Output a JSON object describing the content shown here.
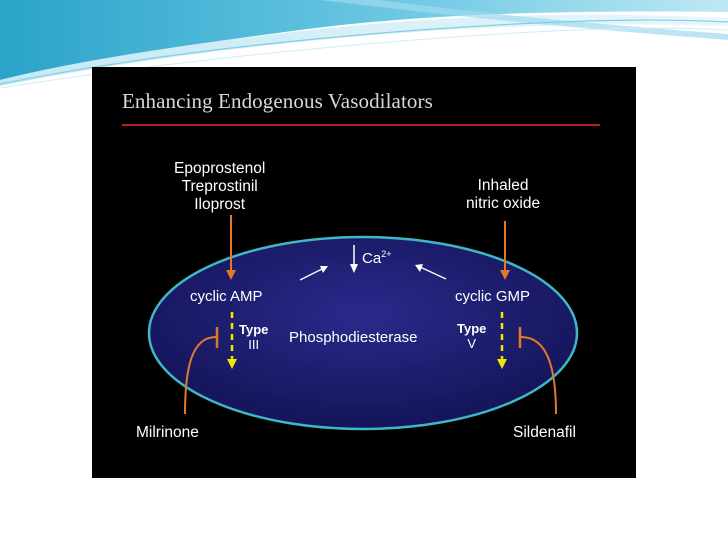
{
  "slide": {
    "title": "Enhancing Endogenous Vasodilators",
    "prostacyclins": [
      "Epoprostenol",
      "Treprostinil",
      "Iloprost"
    ],
    "no_donor": [
      "Inhaled",
      "nitric oxide"
    ],
    "calcium": {
      "base": "Ca",
      "charge": "2+"
    },
    "camp": "cyclic AMP",
    "cgmp": "cyclic GMP",
    "pde": "Phosphodiesterase",
    "type_left": {
      "head": "Type",
      "num": "III"
    },
    "type_right": {
      "head": "Type",
      "num": "V"
    },
    "inhibitor_left": "Milrinone",
    "inhibitor_right": "Sildenafil"
  },
  "colors": {
    "slide_bg": "#000000",
    "title_rule": "#b22222",
    "cell_fill": "#1a1a6e",
    "cell_border": "#3fb7c6",
    "orange_arrow": "#e07a2a",
    "yellow_dash": "#f2e600",
    "banner_teal": "#35a9cc"
  }
}
